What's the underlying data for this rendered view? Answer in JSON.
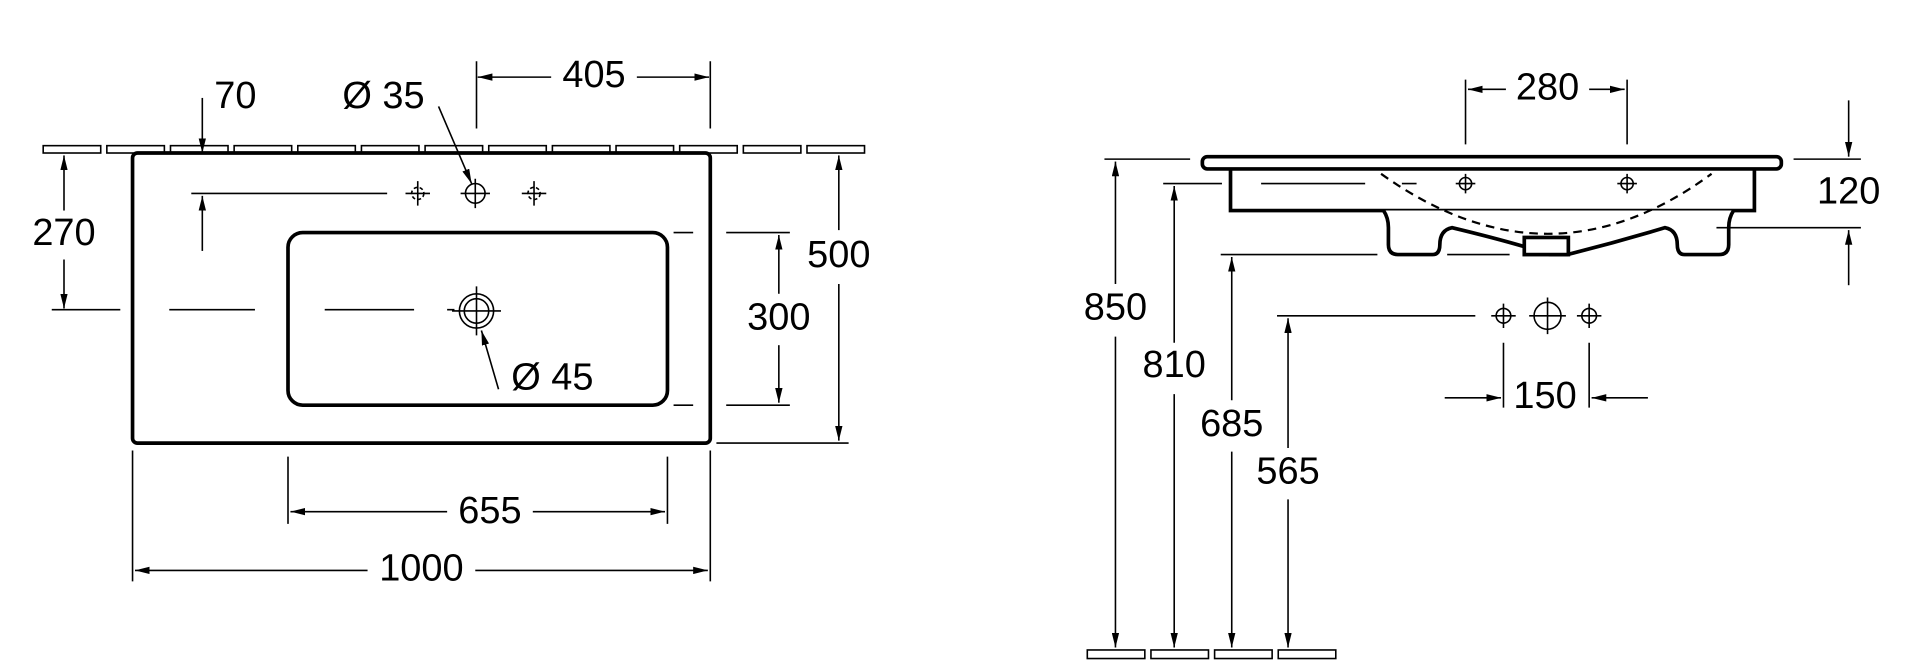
{
  "plan_view": {
    "dim_tap_offset": "70",
    "dim_tap_hole": "Ø 35",
    "dim_tap_to_edge": "405",
    "dim_drain_depth": "270",
    "dim_overall_depth": "500",
    "dim_bowl_depth": "300",
    "dim_drain_hole": "Ø 45",
    "dim_bowl_width": "655",
    "dim_overall_width": "1000"
  },
  "side_view": {
    "dim_tap_spacing_top": "280",
    "dim_height": "120",
    "dim_850": "850",
    "dim_810": "810",
    "dim_685": "685",
    "dim_565": "565",
    "dim_tap_spacing": "150"
  }
}
